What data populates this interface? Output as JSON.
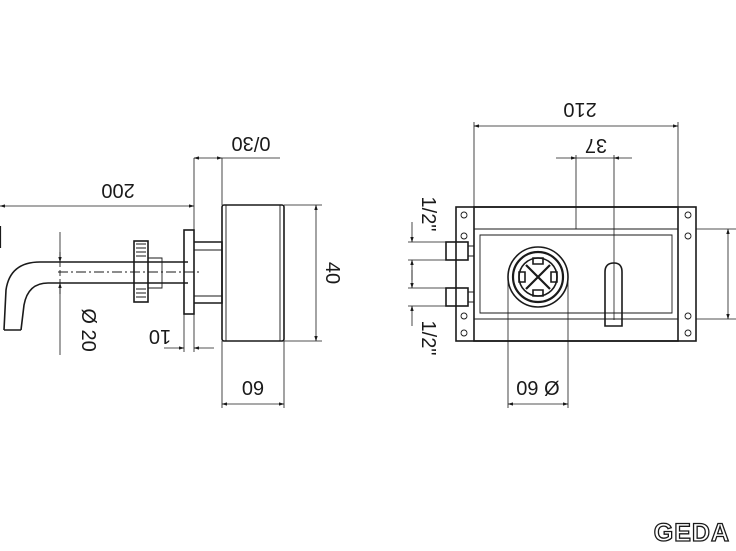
{
  "side_view": {
    "spout_length": "200",
    "projection": "0/30",
    "spout_diameter": "Ø 20",
    "plate_thickness": "10",
    "body_height": "40",
    "body_depth": "60"
  },
  "front_view": {
    "overall_width": "210",
    "lever_offset": "37",
    "upper_inlet": "1/2\"",
    "lower_inlet": "1/2\"",
    "cartridge_diameter": "Ø 60"
  },
  "brand": {
    "logo": "GEDA"
  }
}
